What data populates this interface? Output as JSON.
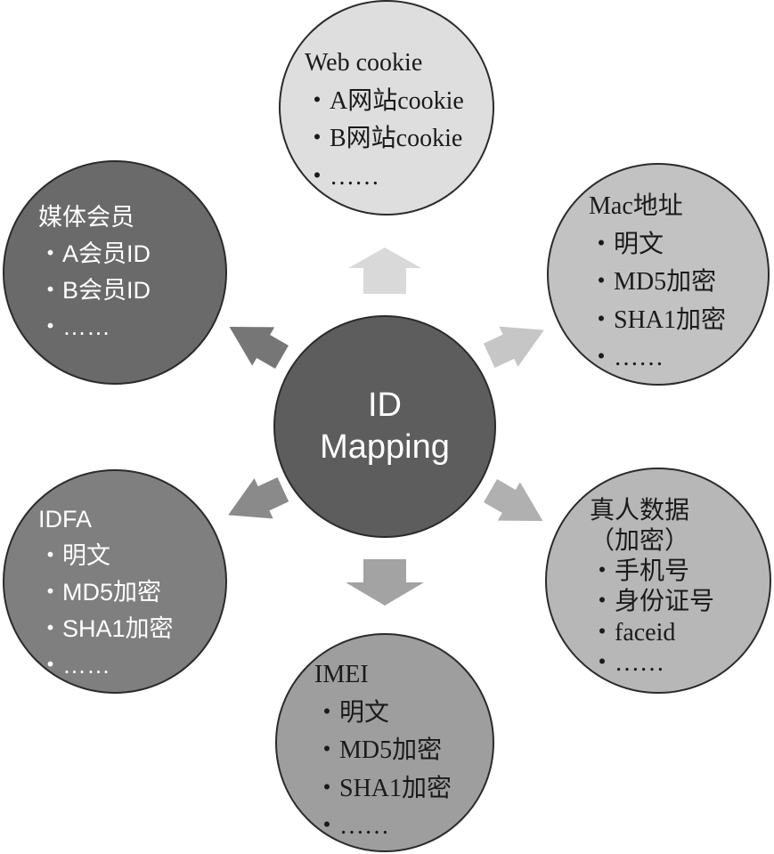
{
  "center": {
    "line1": "ID",
    "line2": "Mapping"
  },
  "nodes": {
    "web_cookie": {
      "title": "Web cookie",
      "items": [
        "・A网站cookie",
        "・B网站cookie",
        "・……"
      ]
    },
    "mac": {
      "title": "Mac地址",
      "items": [
        "・明文",
        "・MD5加密",
        "・SHA1加密",
        "・……"
      ]
    },
    "real_person": {
      "title": "真人数据",
      "subtitle": "（加密）",
      "items": [
        "・手机号",
        "・身份证号",
        "・faceid",
        "・……"
      ]
    },
    "imei": {
      "title": "IMEI",
      "items": [
        "・明文",
        "・MD5加密",
        "・SHA1加密",
        "・……"
      ]
    },
    "idfa": {
      "title": "IDFA",
      "items": [
        "・明文",
        "・MD5加密",
        "・SHA1加密",
        "・……"
      ]
    },
    "media_member": {
      "title": "媒体会员",
      "items": [
        "・A会员ID",
        "・B会员ID",
        "・……"
      ]
    }
  },
  "colors": {
    "center": "#5d5d5d",
    "web_cookie": "#dedede",
    "mac": "#c2c2c2",
    "real_person": "#b7b7b7",
    "imei": "#9e9e9e",
    "idfa": "#7f7f7f",
    "media_member": "#6a6a6a",
    "arrow_up": "#d9d9d9",
    "arrow_upper_right": "#c6c6c6",
    "arrow_lower_right": "#b0b0b0",
    "arrow_down": "#a3a3a3",
    "arrow_lower_left": "#8a8a8a",
    "arrow_upper_left": "#767676"
  }
}
